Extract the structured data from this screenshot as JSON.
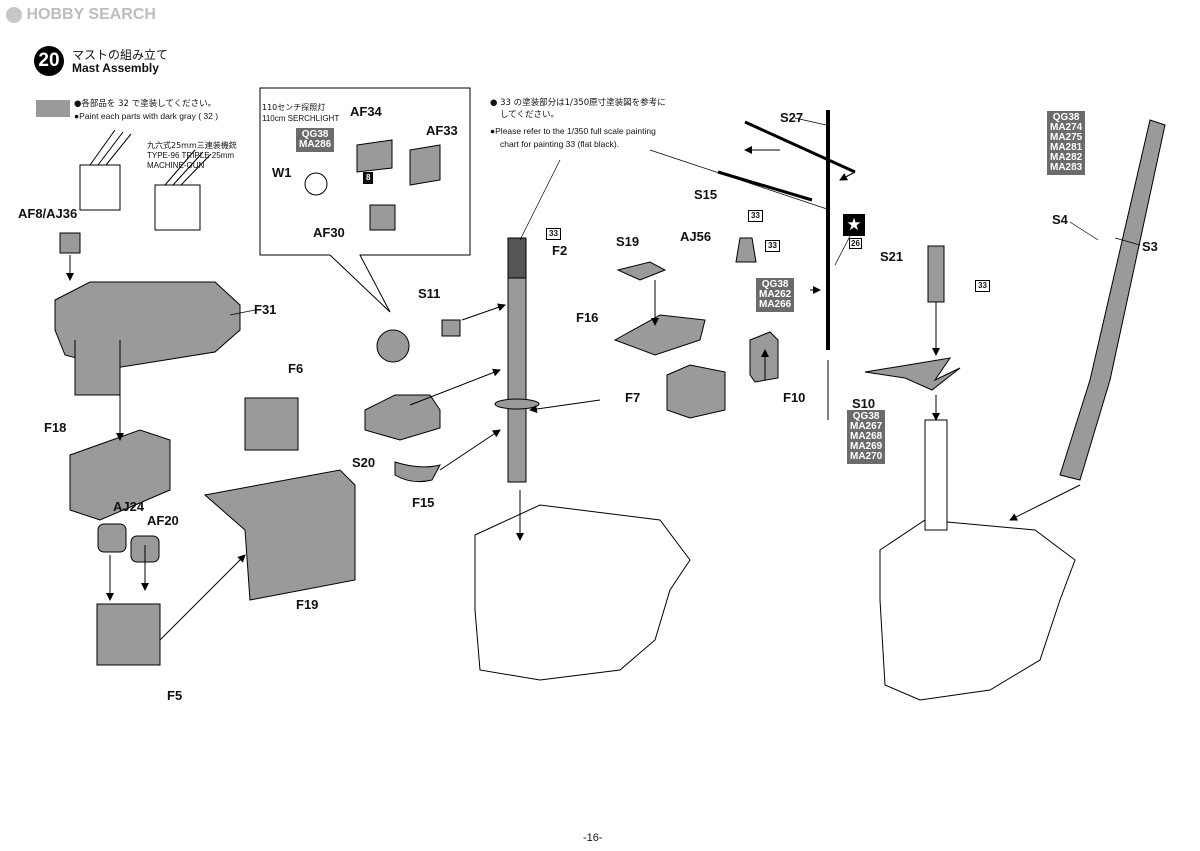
{
  "watermark": "HOBBY SEARCH",
  "step": {
    "number": "20",
    "title_jp": "マストの組み立て",
    "title_en": "Mast Assembly"
  },
  "gray_note": {
    "jp": "●各部品を 32 で塗装してください。",
    "en": "●Paint each parts with dark gray ( 32 )"
  },
  "paint_note": {
    "line1": "● 33 の塗装部分は1/350原寸塗装図を参考に",
    "line2": "してください。",
    "line3": "●Please refer to the 1/350 full scale painting",
    "line4": "chart for painting 33 (flat black)."
  },
  "gun_label": {
    "jp": "九六式25mm三連装機銃",
    "en1": "TYPE-96 TRIPLE 25mm",
    "en2": "MACHINE-GUN"
  },
  "searchlight_label": {
    "jp": "110センチ探照灯",
    "en": "110cm SERCHLIGHT"
  },
  "paint_codes": {
    "p33": "33",
    "p8": "8",
    "star_no": "26"
  },
  "codes": {
    "searchlight": [
      "QG38",
      "MA286"
    ],
    "mast_mid": [
      "QG38",
      "MA262",
      "MA266"
    ],
    "s10": [
      "QG38",
      "MA267",
      "MA268",
      "MA269",
      "MA270"
    ],
    "crane": [
      "QG38",
      "MA274",
      "MA275",
      "MA281",
      "MA282",
      "MA283"
    ]
  },
  "labels": {
    "AF8_AJ36": "AF8/AJ36",
    "F31": "F31",
    "F18": "F18",
    "F6": "F6",
    "AJ24": "AJ24",
    "AF20": "AF20",
    "F19": "F19",
    "F5": "F5",
    "AF34": "AF34",
    "AF33": "AF33",
    "W1": "W1",
    "AF30": "AF30",
    "S11": "S11",
    "S20": "S20",
    "F15": "F15",
    "F2": "F2",
    "S19": "S19",
    "F16": "F16",
    "F7": "F7",
    "F10": "F10",
    "S27": "S27",
    "S15": "S15",
    "AJ56": "AJ56",
    "S21": "S21",
    "S10": "S10",
    "S4": "S4",
    "S3": "S3"
  },
  "page_number": "-16-"
}
